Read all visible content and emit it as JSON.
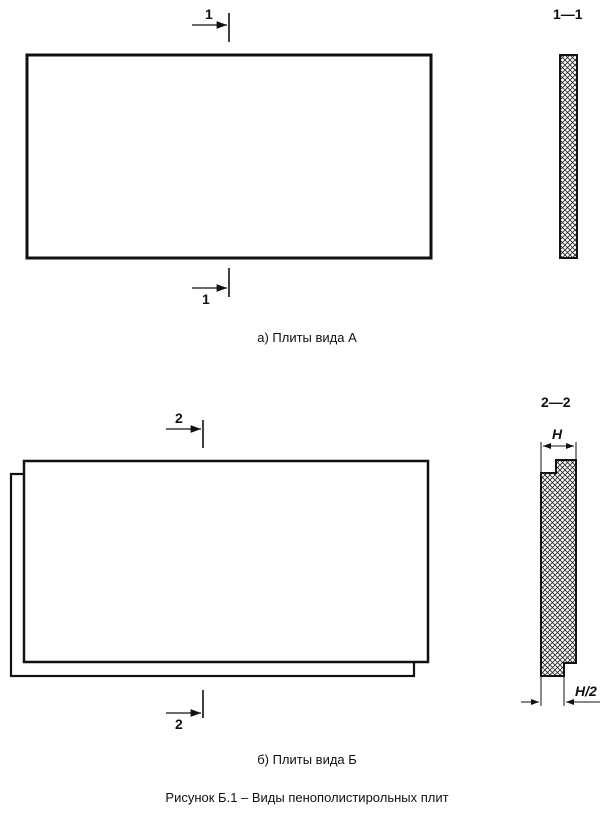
{
  "figure": {
    "caption_a": "а) Плиты вида А",
    "caption_b": "б) Плиты вида Б",
    "figure_caption": "Рисунок  Б.1 – Виды пенополистирольных плит",
    "section_a": {
      "cut_mark": "1",
      "section_title": "1—1"
    },
    "section_b": {
      "cut_mark": "2",
      "section_title": "2—2",
      "dim_full": "H",
      "dim_half": "H/2"
    }
  }
}
